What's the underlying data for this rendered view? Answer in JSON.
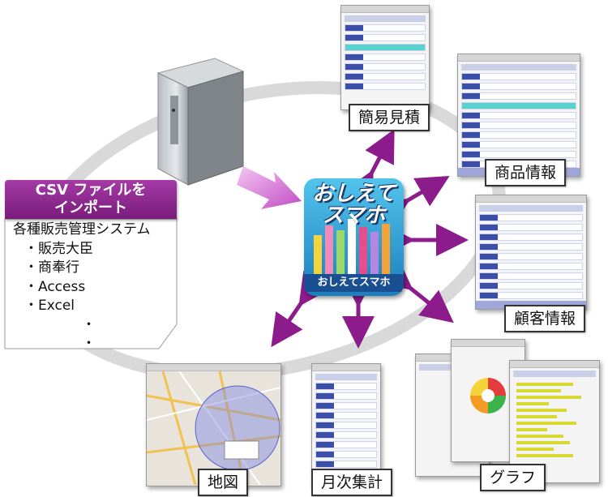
{
  "import_panel": {
    "title_line1": "CSV ファイルを",
    "title_line2": "インポート",
    "heading": "各種販売管理システム",
    "systems": [
      "・販売大臣",
      "・商奉行",
      "・Access",
      "・Excel"
    ],
    "ellipsis_dots": [
      "・",
      "・"
    ]
  },
  "app": {
    "icon_text_line1": "おしえて",
    "icon_text_line2": "スマホ",
    "caption": "おしえてスマホ"
  },
  "features": {
    "estimate": "簡易見積",
    "product": "商品情報",
    "customer": "顧客情報",
    "graph": "グラフ",
    "monthly": "月次集計",
    "map": "地図"
  },
  "colors": {
    "arrow": "#8c1b8c",
    "banner": "#8e278f",
    "app_bg": "#2a9bd6",
    "app_caption": "#1a4f91",
    "ellipse": "#d8d8d8"
  }
}
